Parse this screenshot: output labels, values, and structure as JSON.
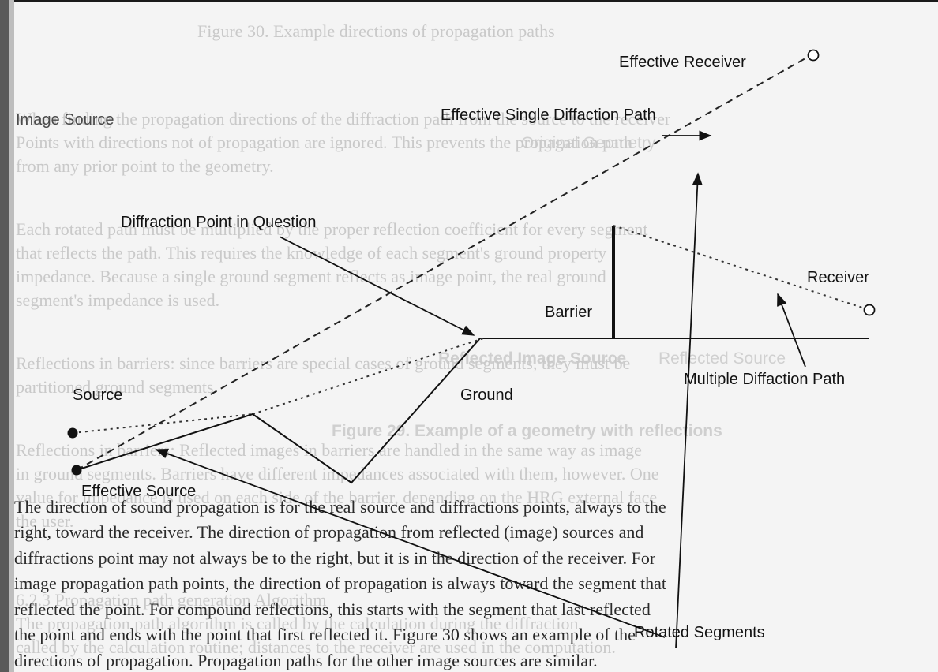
{
  "labels": {
    "effective_receiver": "Effective Receiver",
    "effective_single_diffraction_path": "Effective Single Diffaction Path",
    "image_source_fragment": "Image Source",
    "diffraction_point_in_question": "Diffraction Point in Question",
    "barrier": "Barrier",
    "receiver": "Receiver",
    "multiple_diffraction_path": "Multiple Diffaction Path",
    "source": "Source",
    "ground": "Ground",
    "effective_source": "Effective Source",
    "rotated_segments": "Rotated Segments"
  },
  "background_text": {
    "ghost_figure_title": "Figure 30. Example directions of propagation paths",
    "ghost_original_geometry": "Original Geometry",
    "ghost_reflected": "Reflected Image Source",
    "ghost_reflected_source": "Reflected Source",
    "ghost_figure29": "Figure 29. Example of a geometry with reflections",
    "ghost_lines": [
      "When finding the propagation directions of the diffraction path from the source to the receiver",
      "Points with directions not of propagation are ignored. This prevents the propagation path",
      "from any prior point to the geometry.",
      "Each rotated path must be multiplied by the proper reflection coefficient for every segment",
      "that reflects the path. This requires the knowledge of each segment's ground property",
      "impedance. Because a single ground segment reflects as image point, the real ground",
      "segment's impedance is used.",
      "Reflections in barriers: since barriers are special cases of ground segments, they must be",
      "partitioned ground segments.",
      "Reflections in barriers: Reflected images in barriers are handled in the same way as image",
      "in ground segments. Barriers have different impedances associated with them, however. One",
      "value for impedance is used on each side of the barrier, depending on the HRG external face",
      "the user.",
      "6.2.3 Propagation path generation Algorithm",
      "The propagation path algorithm is called by the calculation during the diffraction",
      "called by the calculation routine; distances to the receiver are used in the computation."
    ],
    "bleed_lines": [
      "The direction of sound propagation is for the real source and diffractions points, always to the",
      "right, toward the receiver. The direction of propagation from reflected (image) sources and",
      "diffractions point may not always be to the right, but it is in the direction of the receiver. For",
      "image propagation path points, the direction of propagation is always toward the segment that",
      "reflected the point. For compound reflections, this starts with the segment that last reflected",
      "the point and ends with the point that first reflected it. Figure 30 shows an example of the",
      "directions of propagation. Propagation paths for the other image sources are similar."
    ]
  }
}
